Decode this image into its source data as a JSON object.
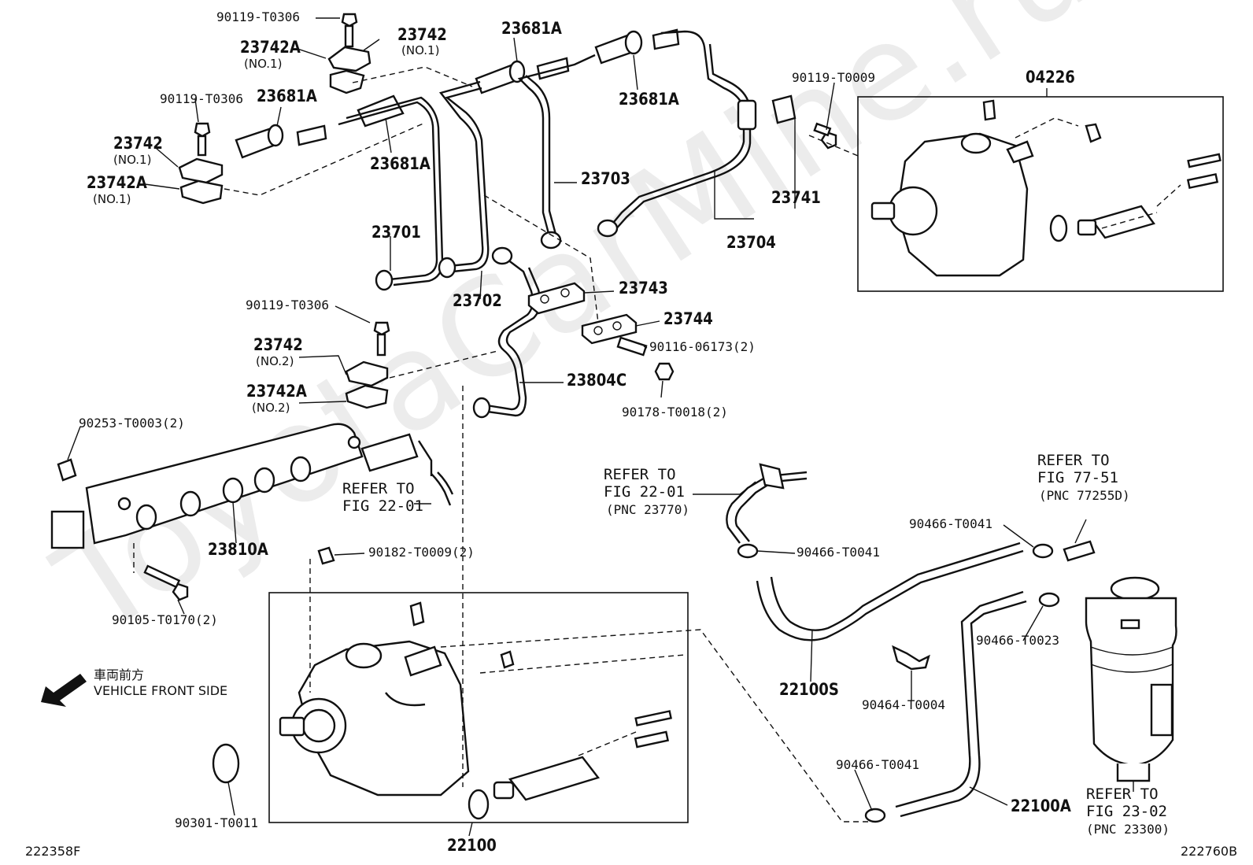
{
  "diagram": {
    "watermark": "ToyotaCarMine.ru",
    "doc_left": "222358F",
    "doc_right": "222760B",
    "direction": {
      "jp": "車両前方",
      "en": "VEHICLE FRONT SIDE"
    },
    "labels": {
      "p90119_t0306_a": "90119-T0306",
      "p23742A_a": "23742A",
      "p23742A_a_no": "(NO.1)",
      "p23742_a": "23742",
      "p23742_a_no": "(NO.1)",
      "p23681A_top": "23681A",
      "p90119_t0306_b": "90119-T0306",
      "p23681A_left": "23681A",
      "p23742_b": "23742",
      "p23742_b_no": "(NO.1)",
      "p23742A_b": "23742A",
      "p23742A_b_no": "(NO.1)",
      "p23681A_mid": "23681A",
      "p23681A_right": "23681A",
      "p23703": "23703",
      "p23701": "23701",
      "p23702": "23702",
      "p23743": "23743",
      "p23744": "23744",
      "p90116_06173": "90116-06173(2)",
      "p90178_t0018": "90178-T0018(2)",
      "p23804C": "23804C",
      "p90119_t0306_c": "90119-T0306",
      "p23742_c": "23742",
      "p23742_c_no": "(NO.2)",
      "p23742A_c": "23742A",
      "p23742A_c_no": "(NO.2)",
      "p90119_t0009": "90119-T0009",
      "p23741": "23741",
      "p23704": "23704",
      "p04226": "04226",
      "p90253_t0003": "90253-T0003(2)",
      "refer_22_01_a_1": "REFER TO",
      "refer_22_01_a_2": "FIG 22-01",
      "p23810A": "23810A",
      "p90105_t0170": "90105-T0170(2)",
      "p90182_t0009": "90182-T0009(2)",
      "p90301_t0011": "90301-T0011",
      "p22100": "22100",
      "refer_22_01_b_1": "REFER TO",
      "refer_22_01_b_2": "FIG 22-01",
      "refer_22_01_b_3": "(PNC 23770)",
      "p90466_t0041_a": "90466-T0041",
      "refer_77_51_1": "REFER TO",
      "refer_77_51_2": "FIG 77-51",
      "refer_77_51_3": "(PNC 77255D)",
      "p90466_t0041_b": "90466-T0041",
      "p90466_t0023": "90466-T0023",
      "p22100S": "22100S",
      "p90464_t0004": "90464-T0004",
      "p90466_t0041_c": "90466-T0041",
      "p22100A": "22100A",
      "refer_23_02_1": "REFER TO",
      "refer_23_02_2": "FIG 23-02",
      "refer_23_02_3": "(PNC 23300)"
    }
  }
}
